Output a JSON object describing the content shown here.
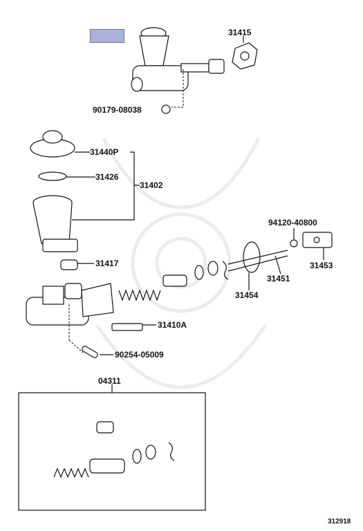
{
  "diagram": {
    "figure_code": "312918",
    "labels": {
      "p31415": "31415",
      "p90179": "90179-08038",
      "p31440p": "31440P",
      "p31426": "31426",
      "p31402": "31402",
      "p94120": "94120-40800",
      "p31417": "31417",
      "p31451": "31451",
      "p31453": "31453",
      "p31454": "31454",
      "p31410a": "31410A",
      "p90254": "90254-05009",
      "p04311": "04311"
    },
    "highlight_color": "#a9b3d9"
  }
}
